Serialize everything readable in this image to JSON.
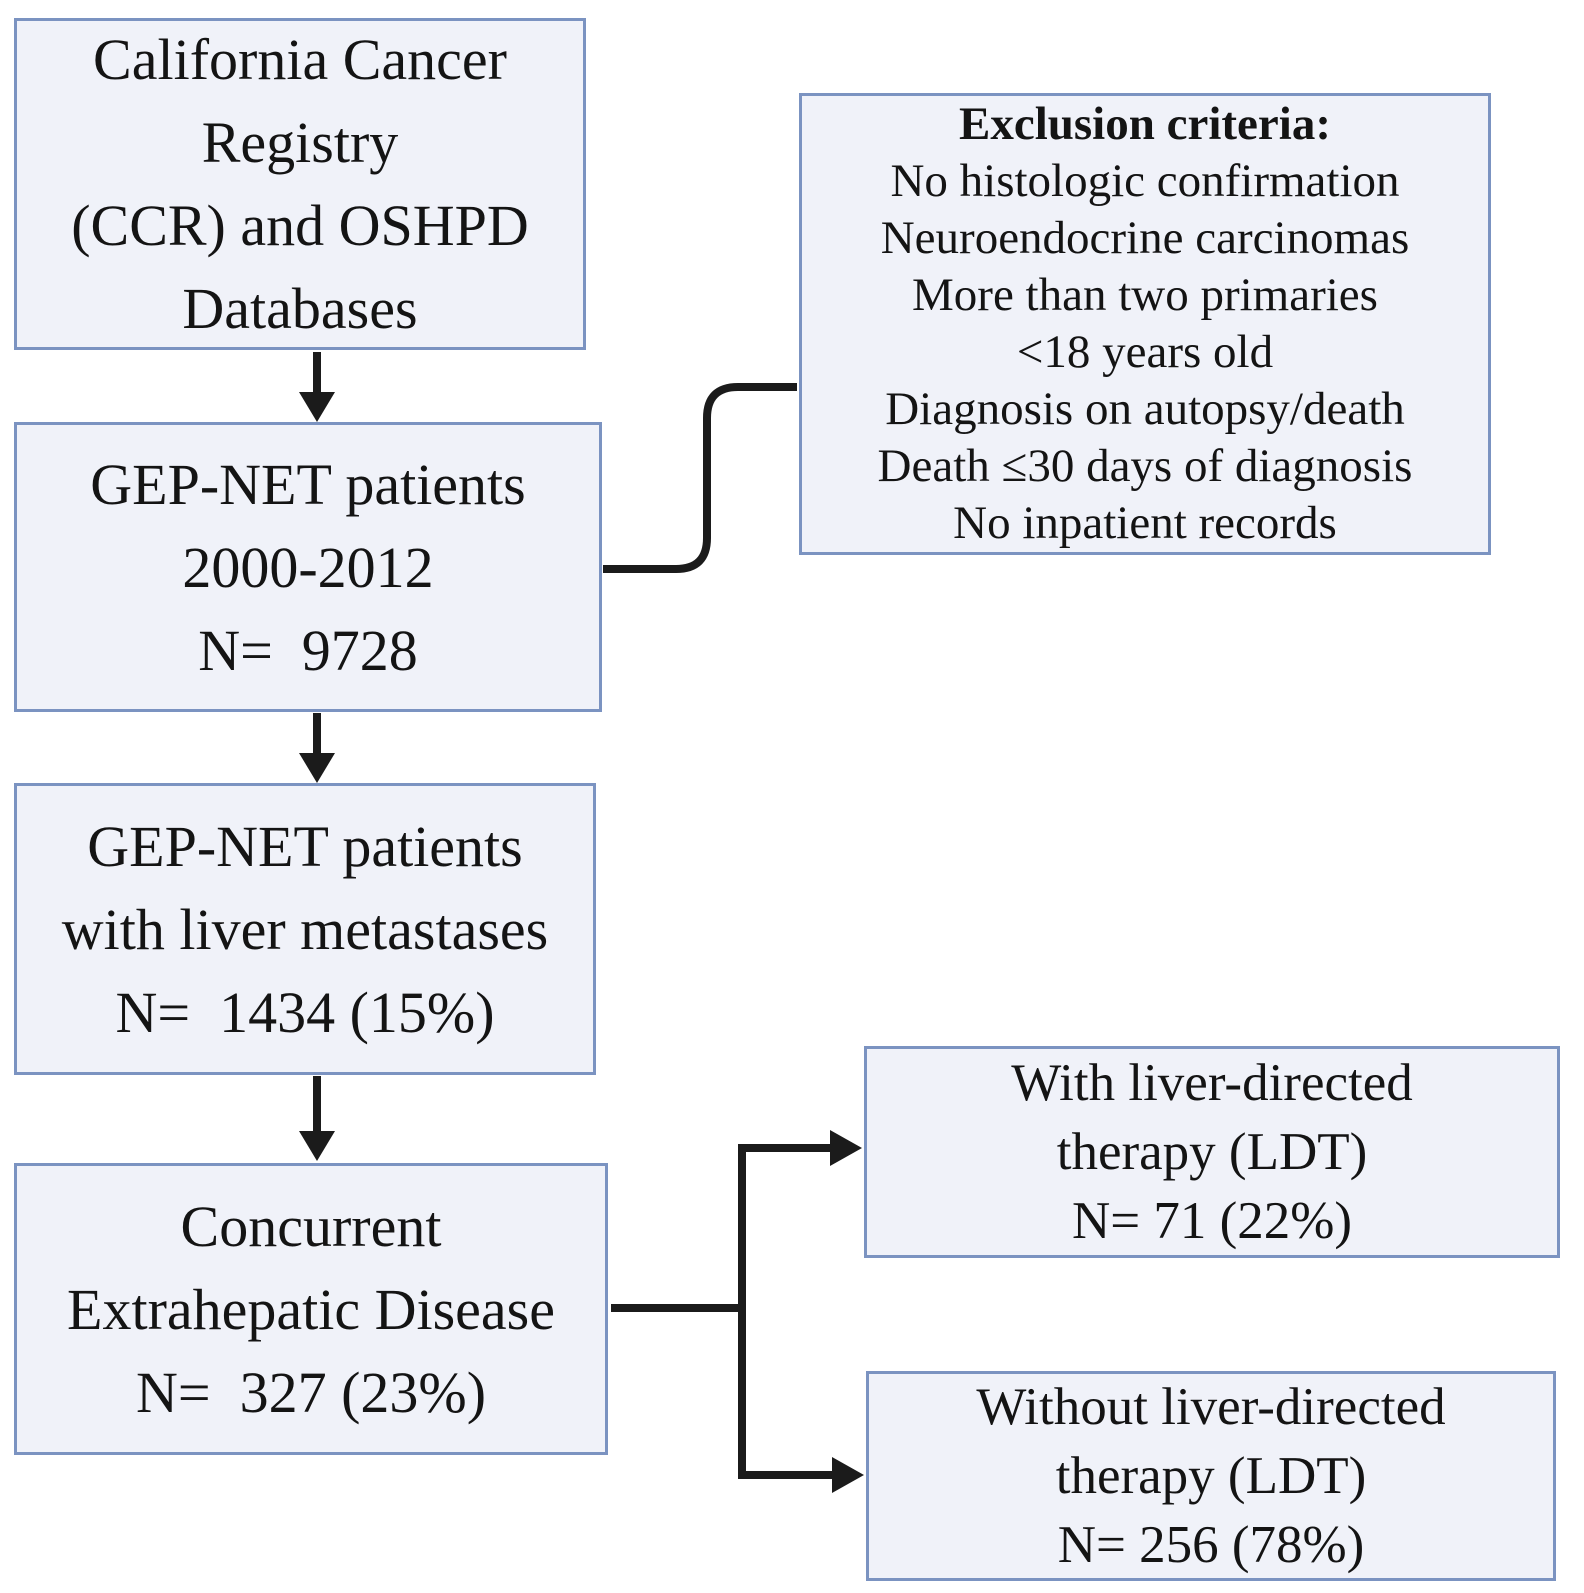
{
  "diagram": {
    "colors": {
      "box_fill": "#f0f2f9",
      "box_border": "#7b93c1",
      "connector": "#1b1b1b",
      "text": "#141414",
      "background": "#ffffff"
    },
    "nodes": {
      "ccr": {
        "lines": [
          "California Cancer",
          "Registry",
          "(CCR) and OSHPD",
          "Databases"
        ]
      },
      "gepnet": {
        "lines": [
          "GEP-NET patients",
          "2000-2012",
          "N=  9728"
        ]
      },
      "exclusion": {
        "title": "Exclusion criteria:",
        "lines": [
          "No histologic confirmation",
          "Neuroendocrine carcinomas",
          "More than two primaries",
          "<18 years old",
          "Diagnosis on autopsy/death",
          "Death ≤30 days of diagnosis",
          "No inpatient records"
        ]
      },
      "liver_mets": {
        "lines": [
          "GEP-NET patients",
          "with liver metastases",
          "N=  1434 (15%)"
        ]
      },
      "extrahepatic": {
        "lines": [
          "Concurrent",
          "Extrahepatic Disease",
          "N=  327 (23%)"
        ]
      },
      "with_ldt": {
        "lines": [
          "With liver-directed",
          "therapy (LDT)",
          "N= 71 (22%)"
        ]
      },
      "without_ldt": {
        "lines": [
          "Without liver-directed",
          "therapy (LDT)",
          "N= 256 (78%)"
        ]
      }
    }
  }
}
